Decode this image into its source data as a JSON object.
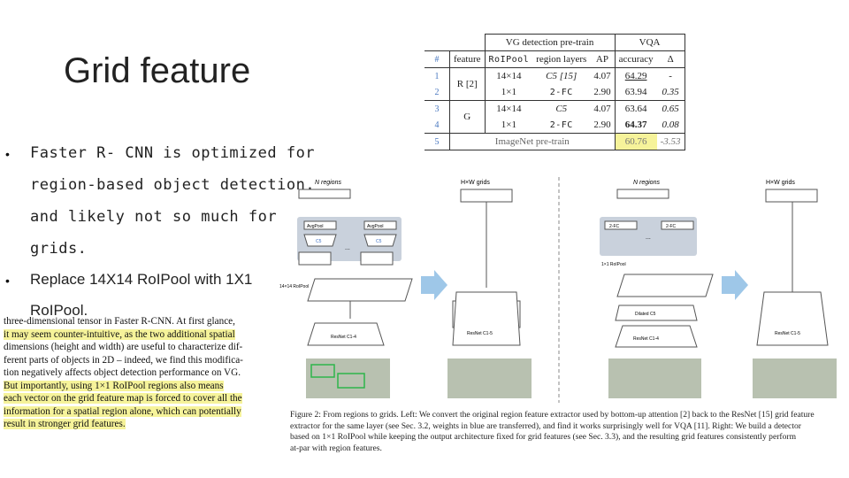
{
  "slide": {
    "title": "Grid feature",
    "bullets": [
      {
        "lines": [
          "Faster R- CNN is optimized for",
          "region-based object detection,",
          "and likely not so much for",
          "grids."
        ]
      },
      {
        "lines": [
          "Replace 14X14 RoIPool with 1X1",
          "RoIPool."
        ]
      }
    ]
  },
  "table": {
    "header_groups": [
      "VG detection pre-train",
      "VQA"
    ],
    "columns": [
      "#",
      "feature",
      "RoIPool",
      "region layers",
      "AP",
      "accuracy",
      "Δ"
    ],
    "rows": [
      {
        "idx": "1",
        "feature": "R [2]",
        "roipool": "14×14",
        "layers": "C5 [15]",
        "ap": "4.07",
        "acc": "64.29",
        "delta": "-"
      },
      {
        "idx": "2",
        "feature": "",
        "roipool": "1×1",
        "layers": "2-FC",
        "ap": "2.90",
        "acc": "63.94",
        "delta": "0.35"
      },
      {
        "idx": "3",
        "feature": "G",
        "roipool": "14×14",
        "layers": "C5",
        "ap": "4.07",
        "acc": "63.64",
        "delta": "0.65"
      },
      {
        "idx": "4",
        "feature": "",
        "roipool": "1×1",
        "layers": "2-FC",
        "ap": "2.90",
        "acc": "64.37",
        "delta": "0.08"
      },
      {
        "idx": "5",
        "span": "ImageNet pre-train",
        "acc": "60.76",
        "delta": "-3.53"
      }
    ]
  },
  "paper_text": {
    "lines": [
      "three-dimensional tensor in Faster R-CNN. At first glance,",
      "it may seem counter-intuitive, as the two additional spatial",
      "dimensions (height and width) are useful to characterize dif-",
      "ferent parts of objects in 2D – indeed, we find this modifica-",
      "tion negatively affects object detection performance on VG.",
      "But importantly, using 1×1 RoIPool regions also means",
      "each vector on the grid feature map is forced to cover all the",
      "information for a spatial region alone, which can potentially",
      "result in stronger grid features."
    ]
  },
  "figure": {
    "left_panel": {
      "top_label_left": "N regions",
      "top_label_right": "H×W grids",
      "pool_labels": [
        "AvgPool",
        "AvgPool"
      ],
      "conv_labels": [
        "C5",
        "C5"
      ],
      "ellipsis": "...",
      "roipool_label": "14×14 RoIPool",
      "resnet_left": "ResNet C1-4",
      "resnet_right": "ResNet C1-5"
    },
    "right_panel": {
      "top_label_left": "N regions",
      "top_label_right": "H×W grids",
      "fc_labels": [
        "2-FC",
        "2-FC"
      ],
      "ellipsis": "...",
      "roipool_label": "1×1 RoIPool",
      "dilated_label": "Dilated C5",
      "resnet_left": "ResNet C1-4",
      "resnet_right": "ResNet C1-5"
    }
  },
  "caption": {
    "lines": [
      "Figure 2: From regions to grids. Left: We convert the original region feature extractor used by bottom-up attention [2] back to the ResNet [15] grid feature",
      "extractor for the same layer (see Sec. 3.2, weights in blue are transferred), and find it works surprisingly well for VQA [11]. Right: We build a detector",
      "based on 1×1 RoIPool while keeping the output architecture fixed for grid features (see Sec. 3.3), and the resulting grid features consistently perform",
      "at-par with region features."
    ]
  },
  "colors": {
    "highlight": "#f6f39a",
    "link_blue": "#3c6fc4",
    "arrow_blue": "#9ec7e8",
    "box_gray": "#c9d1dc"
  }
}
